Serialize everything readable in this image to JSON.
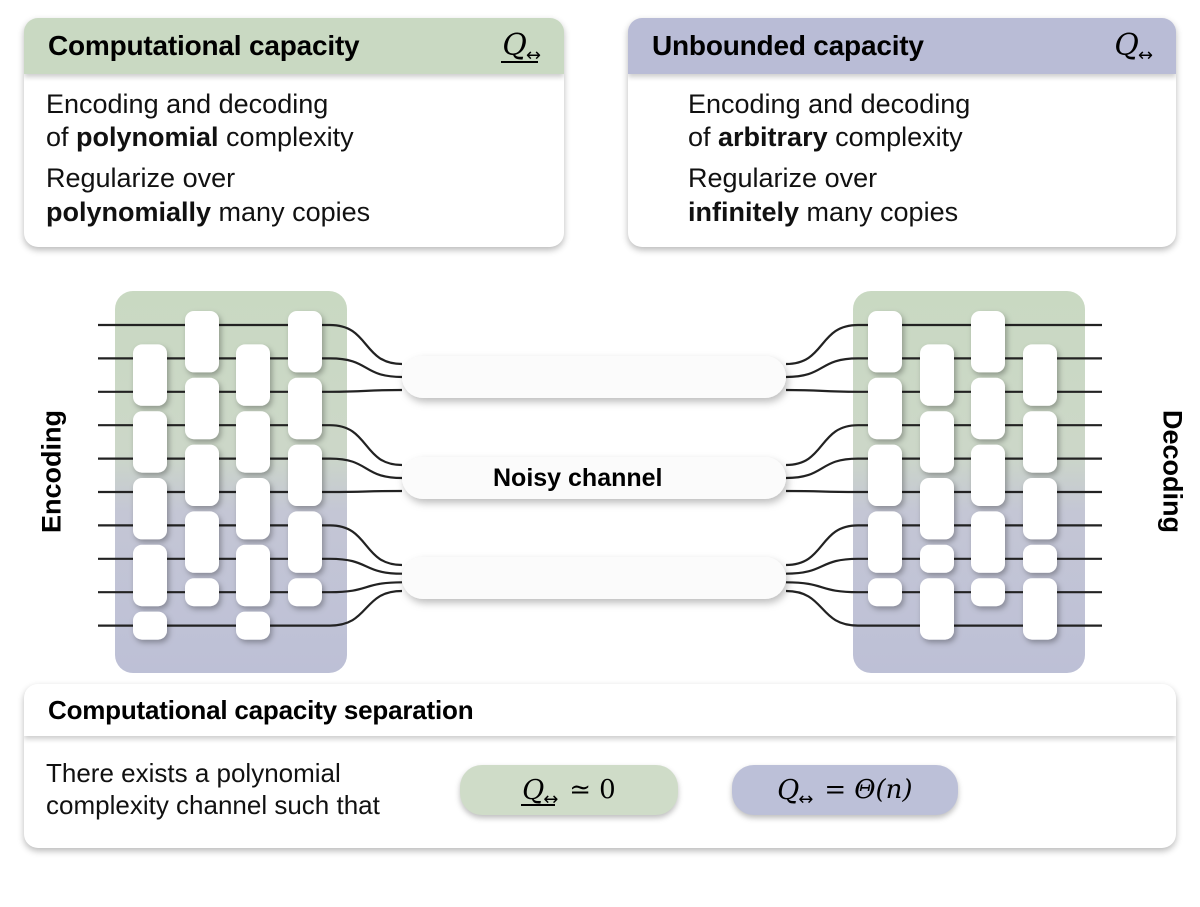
{
  "figure": {
    "kind": "quantum-capacity-diagram",
    "colors": {
      "green": "#c9d9c2",
      "green_badge": "#cfdcc8",
      "purple": "#b9bcd6",
      "purple_badge": "#bcc0d8",
      "wire": "#222222",
      "card_bg": "#ffffff",
      "page_bg": "#ffffff"
    }
  },
  "left_card": {
    "title": "Computational capacity",
    "symbol": {
      "base": "Q",
      "underlined": true,
      "subscript": "↔"
    },
    "paragraphs": [
      {
        "line1": "Encoding and decoding",
        "line2_pre": "of ",
        "line2_bold": "polynomial",
        "line2_post": " complexity"
      },
      {
        "line1": "Regularize over",
        "line2_pre": "",
        "line2_bold": "polynomially",
        "line2_post": " many copies"
      }
    ]
  },
  "right_card": {
    "title": "Unbounded capacity",
    "symbol": {
      "base": "Q",
      "underlined": false,
      "subscript": "↔"
    },
    "paragraphs": [
      {
        "line1": "Encoding and decoding",
        "line2_pre": "of ",
        "line2_bold": "arbitrary",
        "line2_post": " complexity"
      },
      {
        "line1": "Regularize over",
        "line2_pre": "",
        "line2_bold": "infinitely",
        "line2_post": " many copies"
      }
    ]
  },
  "diagram": {
    "left_label": "Encoding",
    "right_label": "Decoding",
    "channel_label": "Noisy channel",
    "channel_count": 3,
    "wire_count": 10,
    "gate_columns": 4,
    "region_top_color_name": "green",
    "region_bottom_color_name": "purple"
  },
  "bottom_card": {
    "title": "Computational capacity separation",
    "text_line1": "There exists a polynomial",
    "text_line2": "complexity channel such that",
    "badges": [
      {
        "id": "green",
        "symbol_base": "Q",
        "underlined": true,
        "subscript": "↔",
        "relation": "≃",
        "rhs": "0"
      },
      {
        "id": "purple",
        "symbol_base": "Q",
        "underlined": false,
        "subscript": "↔",
        "relation": "=",
        "rhs": "Θ(n)"
      }
    ]
  }
}
